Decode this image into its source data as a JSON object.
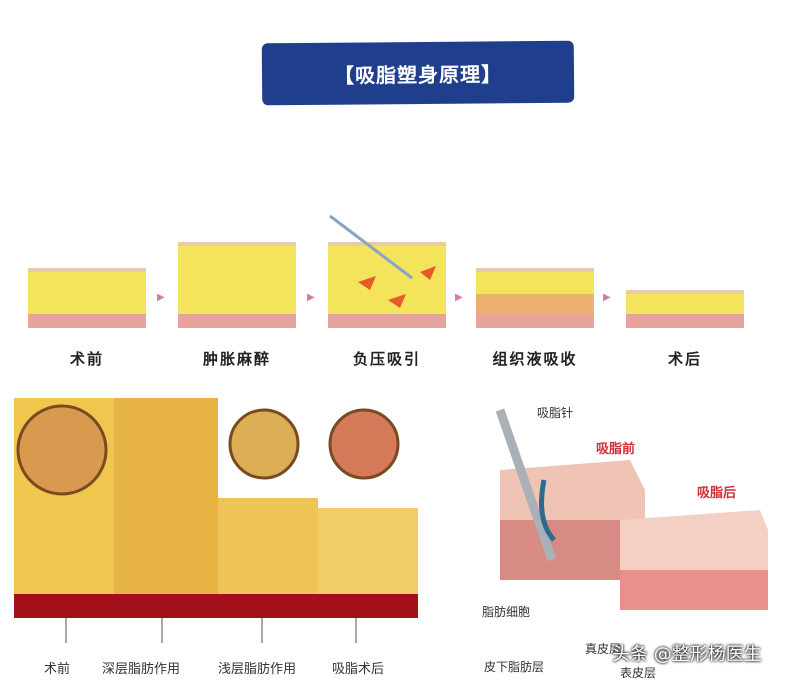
{
  "title": "【吸脂塑身原理】",
  "steps": [
    {
      "label": "术前"
    },
    {
      "label": "肿胀麻醉"
    },
    {
      "label": "负压吸引"
    },
    {
      "label": "组织液吸收"
    },
    {
      "label": "术后"
    }
  ],
  "layers_diagram": {
    "labels": [
      "术前",
      "深层脂肪作用",
      "浅层脂肪作用",
      "吸脂术后"
    ]
  },
  "skin_diagram": {
    "needle_label": "吸脂针",
    "before_label": "吸脂前",
    "after_label": "吸脂后",
    "fat_cell_label": "脂肪细胞",
    "subcutaneous_label": "皮下脂肪层",
    "dermis_label": "真皮层",
    "epidermis_label": "表皮层"
  },
  "colors": {
    "banner": "#1f3f8c",
    "fat": "#f1e25a",
    "skin": "#e8a3a0",
    "deep_red": "#a3101a",
    "label_red": "#d0303a"
  },
  "watermark": "头条 @整形杨医生"
}
